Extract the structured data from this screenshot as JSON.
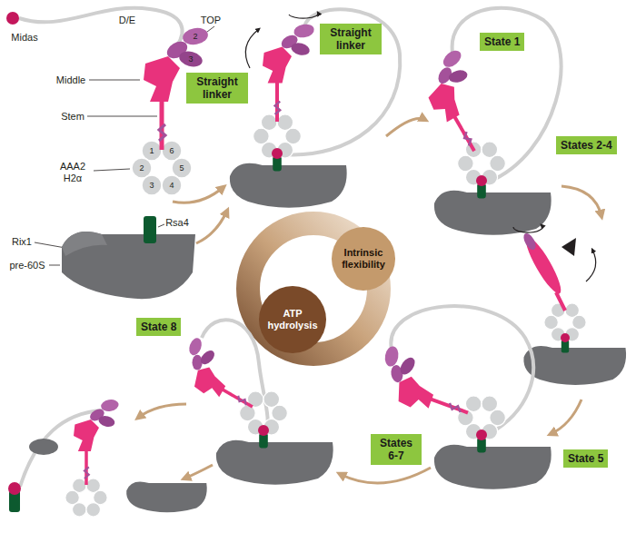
{
  "diagram": {
    "nodes": [
      {
        "text": [
          "Straight linker"
        ]
      },
      {
        "text": [
          "Straight linker"
        ]
      },
      {
        "text": [
          "State 1"
        ]
      },
      {
        "text": [
          "States 2-4"
        ]
      },
      {
        "text": [
          "State 5"
        ]
      },
      {
        "text": [
          "States 6-7"
        ]
      },
      {
        "text": [
          "State 8"
        ]
      },
      {
        "text": [
          "Intrinsic flexibility"
        ]
      },
      {
        "text": [
          "ATP hydrolysis"
        ]
      }
    ],
    "labels": [
      "Midas",
      "D/E",
      "TOP",
      "2",
      "3",
      "Middle",
      "Stem",
      "1",
      "6",
      "2",
      "5",
      "3",
      "4",
      "AAA2 H2α",
      "Rix1",
      "Rsa4",
      "pre-60S"
    ]
  }
}
